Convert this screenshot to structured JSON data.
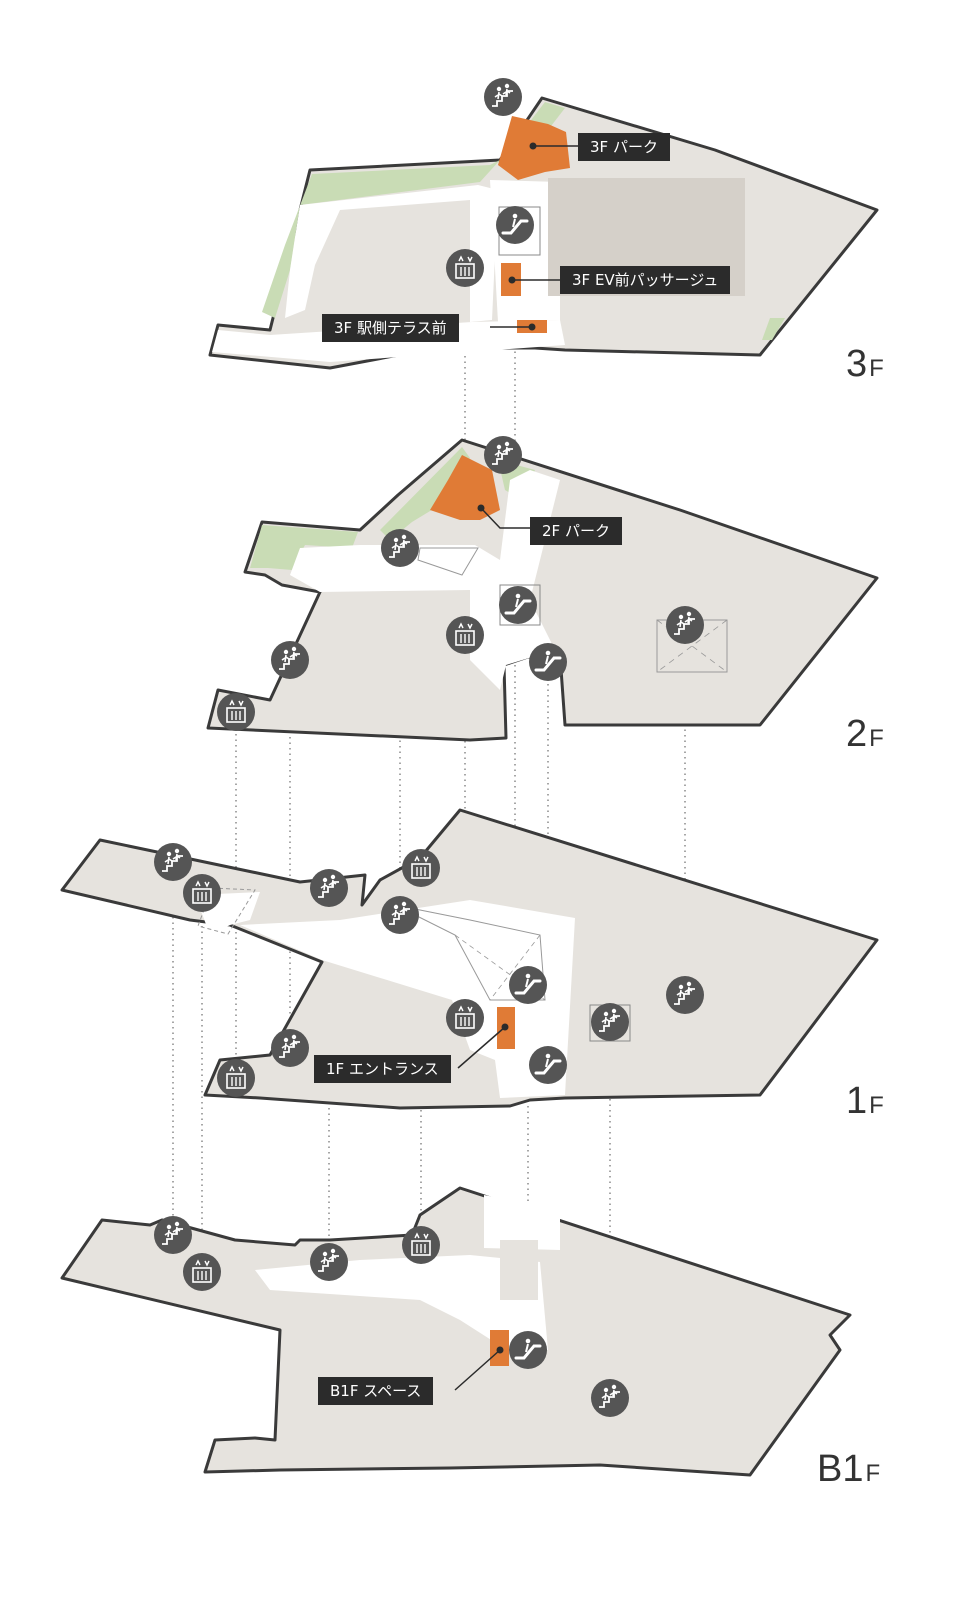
{
  "floors": [
    {
      "id": "3f",
      "number": "3",
      "suffix": "F"
    },
    {
      "id": "2f",
      "number": "2",
      "suffix": "F"
    },
    {
      "id": "1f",
      "number": "1",
      "suffix": "F"
    },
    {
      "id": "b1f",
      "number": "B1",
      "suffix": "F"
    }
  ],
  "spaces": {
    "park_3f": "3F パーク",
    "ev_passage_3f": "3F EV前パッサージュ",
    "terrace_3f": "3F 駅側テラス前",
    "park_2f": "2F パーク",
    "entrance_1f": "1F エントランス",
    "space_b1f": "B1F スペース"
  },
  "colors": {
    "floor": "#e6e3de",
    "floor_dark": "#d5d0c9",
    "outline": "#3a3a3a",
    "greenery": "#c9dcb5",
    "highlight": "#e07b36",
    "icon": "#555555",
    "label_bg": "#2b2b2b"
  },
  "icon_types": {
    "stairs": "stairs-icon",
    "elevator": "elevator-icon",
    "escalator": "escalator-icon"
  }
}
